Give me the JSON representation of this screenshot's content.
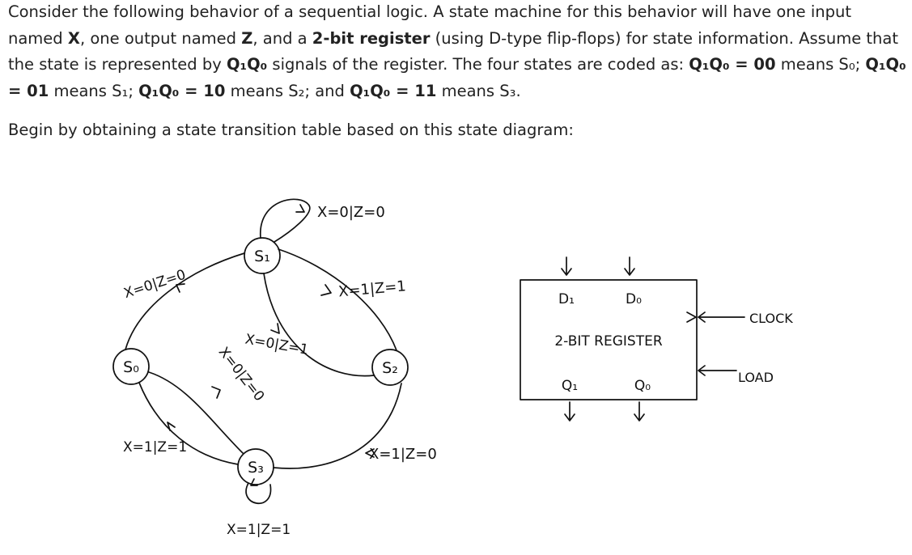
{
  "problem": {
    "p1_part1": "Consider the following behavior of a sequential logic.  A state machine for this behavior will have one input named ",
    "input_name": "X",
    "p1_part2": ", one output named ",
    "output_name": "Z",
    "p1_part3": ", and a ",
    "register_phrase": "2-bit register",
    "p1_part4": " (using D-type flip-flops) for state information.  Assume that the state is represented by ",
    "state_vars": "Q₁Q₀",
    "p1_part5": " signals of the register.  The four states are coded as: ",
    "code_00": "Q₁Q₀ = 00",
    "means_s0": " means S₀; ",
    "code_01": "Q₁Q₀ = 01",
    "means_s1": " means S₁; ",
    "code_10": "Q₁Q₀ = 10",
    "means_s2": " means S₂; and ",
    "code_11": "Q₁Q₀ = 11",
    "means_s3": " means S₃.",
    "instruction": "Begin by obtaining a state transition table based on this state diagram:"
  },
  "state_diagram": {
    "states": {
      "s0": "S₀",
      "s1": "S₁",
      "s2": "S₂",
      "s3": "S₃"
    },
    "transitions": {
      "s1_loop": "X=0|Z=0",
      "s0_to_s1": "X=0|Z=0",
      "s1_to_s2": "X=1|Z=1",
      "s2_to_s1": "X=0|Z=1",
      "s3_to_s0": "X=0|Z=0",
      "s0_to_s3": "X=1|Z=1",
      "s2_to_s3": "X=1|Z=0",
      "s3_loop": "X=1|Z=1"
    }
  },
  "register": {
    "title": "2-BIT REGISTER",
    "input_d1": "D₁",
    "input_d0": "D₀",
    "output_q1": "Q₁",
    "output_q0": "Q₀",
    "clock_label": "CLOCK",
    "load_label": "LOAD"
  }
}
